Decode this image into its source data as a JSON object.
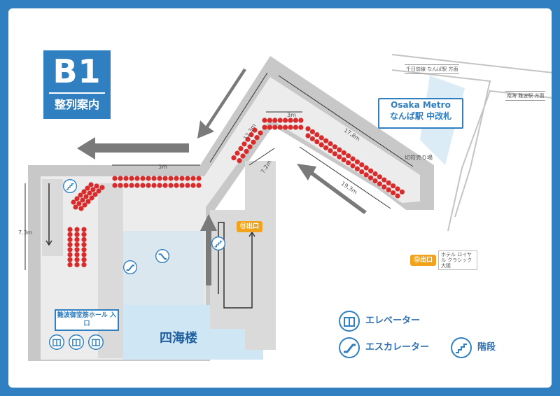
{
  "floor": {
    "level": "B1",
    "subtitle": "整列案内"
  },
  "metro": {
    "line1": "Osaka Metro",
    "line2": "なんば駅 中改札"
  },
  "ticket_area": "切符売り場",
  "sign_top": "千日前線 なんば駅 方面",
  "sign_right": "南海 難波駅 方面",
  "dimensions": {
    "top_left": "3m",
    "top_center": "3m",
    "diag_left": "12.3m",
    "diag_right": "17.8m",
    "diag_short": "7.2m",
    "diag_bottom": "19.3m",
    "left_height": "7.3m"
  },
  "exits": {
    "e13": "⑬出口",
    "e12": "⑫出口",
    "e12_label": "ホテル ロイヤル クラシック大阪"
  },
  "hall_entrance": "難波御堂筋ホール 入口",
  "building": "四海楼",
  "legend": {
    "elevator": "エレベーター",
    "escalator": "エスカレーター",
    "stairs": "階段"
  },
  "colors": {
    "brand": "#2f7fc1",
    "wall": "#c8c8c8",
    "floor": "#e9e9e9",
    "seat": "#d92b2b",
    "exit": "#f0a31b",
    "building": "#cfe6f5"
  }
}
